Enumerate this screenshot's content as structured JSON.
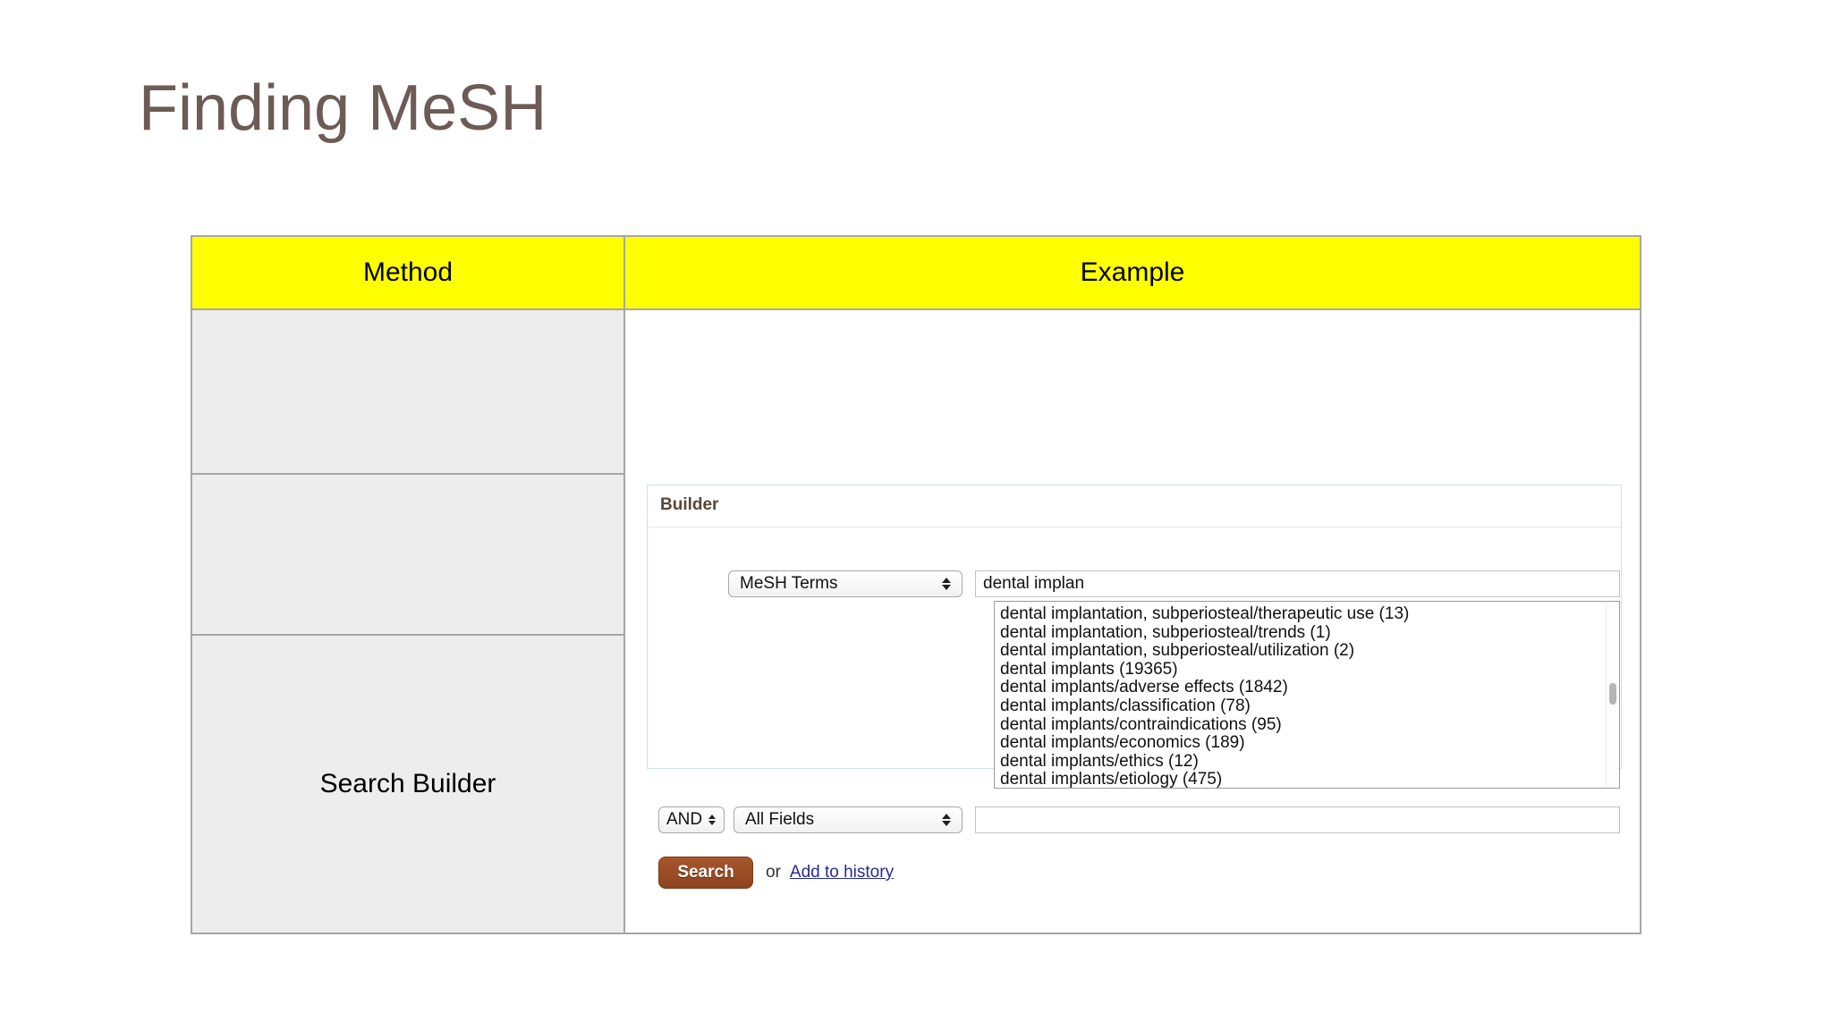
{
  "slide": {
    "title": "Finding MeSH",
    "title_color": "#6d5b55"
  },
  "table": {
    "header": {
      "method": "Method",
      "example": "Example",
      "background_color": "#ffff00"
    },
    "rows": [
      {
        "method": "",
        "example": ""
      },
      {
        "method": "",
        "example": ""
      },
      {
        "method": "Search Builder",
        "example": "builder-panel"
      }
    ]
  },
  "builder": {
    "label": "Builder",
    "label_color": "#5b4636",
    "field_select": {
      "value": "MeSH Terms"
    },
    "query_input": {
      "value": "dental implan",
      "placeholder": ""
    },
    "suggestions": [
      "dental implantation, subperiosteal/therapeutic use (13)",
      "dental implantation, subperiosteal/trends (1)",
      "dental implantation, subperiosteal/utilization (2)",
      "dental implants (19365)",
      "dental implants/adverse effects (1842)",
      "dental implants/classification (78)",
      "dental implants/contraindications (95)",
      "dental implants/economics (189)",
      "dental implants/ethics (12)",
      "dental implants/etiology (475)"
    ],
    "boolean_select": {
      "value": "AND"
    },
    "second_field_select": {
      "value": "All Fields"
    },
    "second_input": {
      "value": "",
      "placeholder": ""
    },
    "search_button": {
      "label": "Search",
      "color": "#8f441f"
    },
    "or_text": "or",
    "add_to_history_link": "Add to history"
  }
}
